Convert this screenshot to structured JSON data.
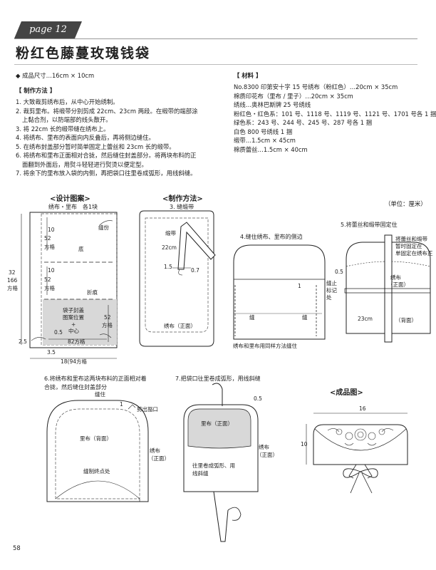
{
  "header": {
    "page_label": "page 12"
  },
  "title": "粉红色藤蔓玫瑰钱袋",
  "size_line": "◆ 成品尺寸…16cm × 10cm",
  "method": {
    "heading": "【 制作方法 】",
    "steps": [
      "1. 大致裁剪绣布后，从中心开始绣制。",
      "2. 裁剪里布。将缎带分别剪成 22cm、23cm 两段。在缎带的端部涂",
      "上黏合剂，以防端部的线头散开。",
      "3. 将 22cm 长的缎带缝在绣布上。",
      "4. 将绣布、里布的表面向内反叠后，再将侧边缝住。",
      "5. 在绣布封盖部分暂时简单固定上蕾丝和 23cm 长的缎带。",
      "6. 将绣布和里布正面相对合拢，然后缝住封盖部分。将两块布料的正",
      "面翻到外面后，用熨斗轻轻进行熨烫以便定型。",
      "7. 将余下的里布放入袋的内侧，再把袋口往里卷成弧形，用线斜缝。"
    ]
  },
  "materials": {
    "heading": "【 材料 】",
    "lines": [
      "No.8300 印第安十字 15 号绣布（粉红色）…20cm × 35cm",
      "棉质印花布（里布 / 里子）…20cm × 35cm",
      "绣线…奥林巴斯牌 25 号绣线",
      "粉红色・红色系：101 号、1118 号、1119 号、1121 号、1701 号各 1 捆",
      "绿色系：243 号、244 号、245 号、287 号各 1 捆",
      "白色 800 号绣线 1 捆",
      "缎带…1.5cm × 45cm",
      "棉质蕾丝…1.5cm × 40cm"
    ]
  },
  "unit_note": "（单位：厘米）",
  "design": {
    "heading": "<设计图案>",
    "sub": "绣布・里布　各1块",
    "labels": {
      "flap_seam": "缝份",
      "ten_a": "10",
      "fiftytwo_a": "52",
      "squares_a": "方格",
      "bottom": "底",
      "ten_b": "10",
      "fiftytwo_b": "52",
      "squares_b": "方格",
      "fold": "折痕",
      "seal_1": "袋子封盖",
      "seal_2": "图案位置",
      "plus": "+",
      "center": "中心",
      "fiftytwo_c": "52",
      "squares_c": "方格",
      "half": "0.5",
      "eightytwo": "82方格",
      "dim32": "32",
      "dim166": "166",
      "dimsq": "方格",
      "two5": "2.5",
      "three5": "3.5",
      "bottom_dim": "18(94方格"
    }
  },
  "step3": {
    "heading": "<制作方法>",
    "sub": "3. 缝缎带",
    "labels": {
      "ribbon": "缎带",
      "ribbon_len": "22cm",
      "one5": "1.5",
      "zero7": "0.7",
      "front": "绣布（正面）"
    }
  },
  "step4": {
    "heading": "4.缝住绣布、里布的侧边",
    "labels": {
      "one": "1",
      "mark_1": "缝止",
      "mark_2": "标记",
      "mark_3": "处",
      "seam_l": "缝",
      "seam_r": "缝",
      "footer": "绣布和里布用同样方法缝住"
    }
  },
  "step5": {
    "heading": "5.将蕾丝和缎带固定住",
    "labels": {
      "note_1": "将蕾丝和缎带",
      "note_2": "暂时固定在",
      "note_3": "单固定在绣布正",
      "half": "0.5",
      "front_1": "绣布",
      "front_2": "（正面）",
      "len": "23cm",
      "back": "（背面）"
    }
  },
  "step6": {
    "heading_1": "6.将绣布和里布这两块布料的正面相对着",
    "heading_2": "合拢，然后缝住封盖部分",
    "labels": {
      "seam": "缝住",
      "one": "1",
      "cut": "剪出豁口",
      "lining": "里布（背面）",
      "front_1": "绣布",
      "front_2": "（正面）",
      "stop": "缝制终点处"
    }
  },
  "step7": {
    "heading": "7.把袋口往里卷成弧形，用线斜缝",
    "labels": {
      "half": "0.5",
      "lining": "里布（正面）",
      "roll_1": "往里卷成弧形、用",
      "roll_2": "线斜缝",
      "front_1": "绣布",
      "front_2": "（正面）"
    }
  },
  "finished": {
    "heading": "<成品图>",
    "width": "16",
    "height": "10"
  },
  "page_number": "58"
}
